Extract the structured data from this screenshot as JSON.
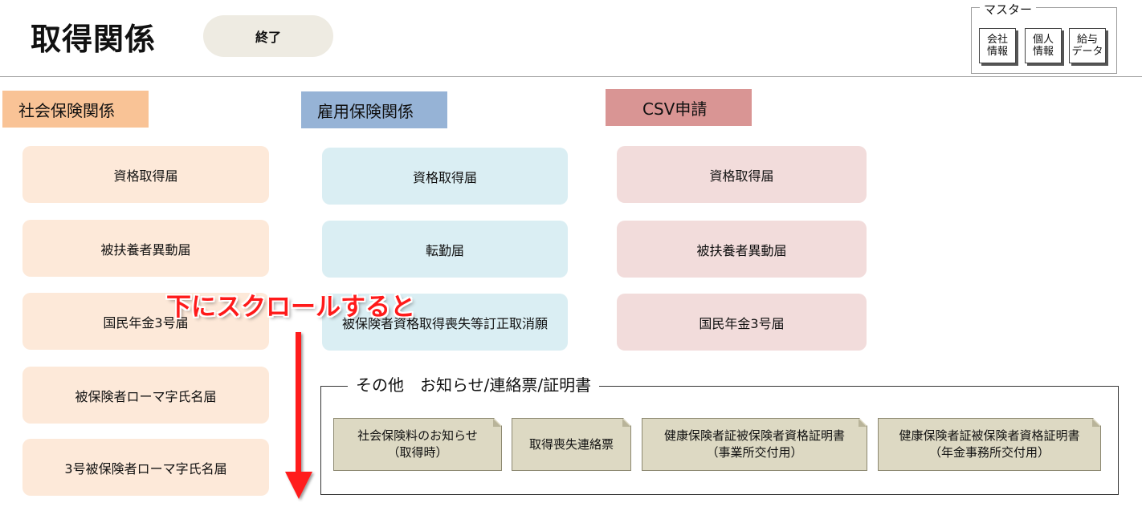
{
  "header": {
    "title": "取得関係",
    "end_button": "終了"
  },
  "master": {
    "label": "マスター",
    "buttons": [
      {
        "label": "会社\n情報"
      },
      {
        "label": "個人\n情報"
      },
      {
        "label": "給与\nデータ"
      }
    ]
  },
  "categories": {
    "shakai": {
      "header": "社会保険関係",
      "items": [
        "資格取得届",
        "被扶養者異動届",
        "国民年金3号届",
        "被保険者ローマ字氏名届",
        "3号被保険者ローマ字氏名届"
      ]
    },
    "koyou": {
      "header": "雇用保険関係",
      "items": [
        "資格取得届",
        "転勤届",
        "被保険者資格取得喪失等訂正取消願"
      ]
    },
    "csv": {
      "header": "CSV申請",
      "items": [
        "資格取得届",
        "被扶養者異動届",
        "国民年金3号届"
      ]
    }
  },
  "other": {
    "label": "その他　お知らせ/連絡票/証明書",
    "items": [
      {
        "label": "社会保険料のお知らせ\n（取得時）"
      },
      {
        "label": "取得喪失連絡票"
      },
      {
        "label": "健康保険者証被保険者資格証明書\n（事業所交付用）"
      },
      {
        "label": "健康保険者証被保険者資格証明書\n（年金事務所交付用）"
      }
    ]
  },
  "overlay": {
    "text": "下にスクロールすると",
    "color": "#ff1a1a"
  },
  "colors": {
    "shakai_header": "#f9c396",
    "koyou_header": "#96b3d6",
    "csv_header": "#d99594",
    "shakai_button": "#fde9d9",
    "koyou_button": "#daeef3",
    "csv_button": "#f2dcdb",
    "doc_button": "#ddd9c3"
  }
}
